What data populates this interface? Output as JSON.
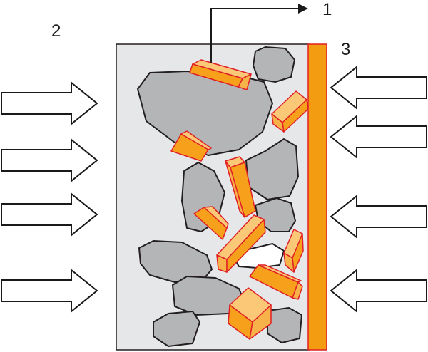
{
  "labels": {
    "label_1": "1",
    "label_2": "2",
    "label_3": "3"
  },
  "colors": {
    "matrix_fill": "#e6e7e9",
    "aggregate_fill": "#b4b5b7",
    "aggregate_stroke": "#231f20",
    "crystal_front": "#f7a01c",
    "crystal_side": "#fbc878",
    "crystal_stroke": "#e11f26",
    "plate_fill": "#f39c12",
    "plate_stroke": "#e11f26",
    "arrow_fill": "#ffffff",
    "arrow_stroke": "#1a1a1a"
  },
  "arrows": {
    "left_count": 4,
    "right_count": 4,
    "left_direction": "right",
    "right_direction": "left"
  }
}
